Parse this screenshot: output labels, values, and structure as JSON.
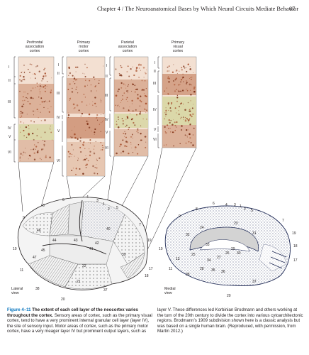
{
  "header": {
    "running_head": "Chapter 4 / The Neuroanatomical Bases by Which Neural Circuits Mediate Behavior",
    "page_number": "87"
  },
  "figure": {
    "columns": [
      {
        "label_lines": [
          "Prefrontal",
          "association",
          "cortex"
        ]
      },
      {
        "label_lines": [
          "Primary",
          "motor",
          "cortex"
        ]
      },
      {
        "label_lines": [
          "Parietal",
          "association",
          "cortex"
        ]
      },
      {
        "label_lines": [
          "Primary",
          "visual",
          "cortex"
        ]
      }
    ],
    "layer_labels": [
      "I",
      "II",
      "III",
      "IV",
      "V",
      "VI"
    ],
    "lateral_view_label_lines": [
      "Lateral",
      "view"
    ],
    "medial_view_label_lines": [
      "Medial",
      "view"
    ],
    "lateral_area_numbers": [
      "6",
      "8",
      "9",
      "4",
      "3",
      "1",
      "2",
      "5",
      "7",
      "19",
      "18",
      "17",
      "10",
      "11",
      "38",
      "20",
      "21",
      "22",
      "37",
      "39",
      "40",
      "44",
      "45",
      "46",
      "47",
      "41",
      "42",
      "43"
    ],
    "medial_area_numbers": [
      "6",
      "4",
      "3",
      "1",
      "2",
      "5",
      "8",
      "9",
      "7",
      "19",
      "18",
      "17",
      "10",
      "11",
      "38",
      "20",
      "28",
      "35",
      "36",
      "37",
      "24",
      "23",
      "31",
      "32",
      "33",
      "25",
      "26",
      "29",
      "30",
      "27",
      "34",
      "12"
    ],
    "colors": {
      "figure_label": "#0071bc",
      "tissue_background": "#f3e0d2",
      "stain_dark": "#7a2e14",
      "stain_mid": "#a8512e",
      "layer_iv_band": "#d9d7a6",
      "brain_stipple": "#1f2a55"
    }
  },
  "caption": {
    "figure_label": "Figure 4–11",
    "title": "The extent of each cell layer of the neocortex varies throughout the cortex.",
    "left_text": "Sensory areas of cortex, such as the primary visual cortex, tend to have a very prominent internal granular cell layer (layer IV), the site of sensory input. Motor areas of cortex, such as the primary motor cortex, have a very meager layer IV but prominent output layers, such as",
    "right_text": "layer V. These differences led Korbinian Brodmann and others working at the turn of the 20th century to divide the cortex into various cytoarchitectonic regions. Brodmann’s 1909 subdivision shown here is a classic analysis but was based on a single human brain. (Reproduced, with permission, from Martin 2012.)"
  }
}
